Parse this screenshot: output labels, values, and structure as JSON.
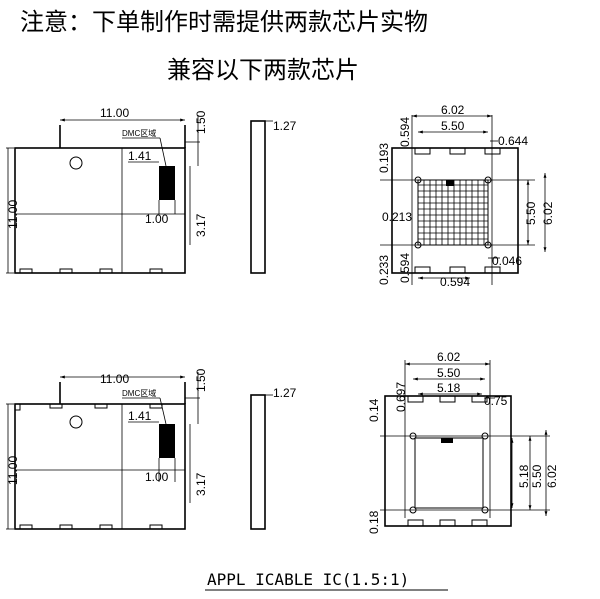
{
  "header": {
    "note": "注意：下单制作时需提供两款芯片实物",
    "sub": "兼容以下两款芯片"
  },
  "top": {
    "width": "11.00",
    "height": "11.00",
    "right_dim": "1.50",
    "dmc_label": "DMC区域",
    "dim_141": "1.41",
    "dim_100": "1.00",
    "dim_317": "3.17",
    "thickness": "1.27",
    "p602": "6.02",
    "p550": "5.50",
    "p0594a": "0.594",
    "p0644": "0.644",
    "p0193": "0.193",
    "p0213": "0.213",
    "p0233": "0.233",
    "p0594b": "0.594",
    "p0046": "0.046",
    "p0594c": "0.594",
    "pr550": "5.50",
    "pr602": "6.02"
  },
  "bottom": {
    "width": "11.00",
    "height": "11.00",
    "right_dim": "1.50",
    "dmc_label": "DMC区域",
    "dim_141": "1.41",
    "dim_100": "1.00",
    "dim_317": "3.17",
    "thickness": "1.27",
    "p602": "6.02",
    "p550": "5.50",
    "p518": "5.18",
    "p0697": "0.697",
    "p075": "0.75",
    "p014": "0.14",
    "p018": "0.18",
    "pr518": "5.18",
    "pr550": "5.50",
    "pr602": "6.02"
  },
  "footer": "APPL ICABLE IC(1.5:1)"
}
